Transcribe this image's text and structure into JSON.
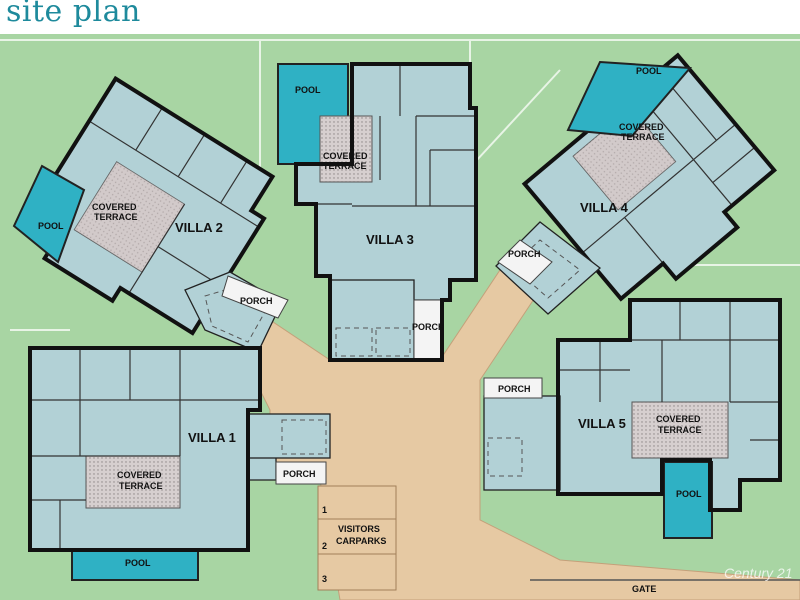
{
  "title": "site plan",
  "villas": [
    "VILLA 1",
    "VILLA 2",
    "VILLA 3",
    "VILLA 4",
    "VILLA 5"
  ],
  "labels": {
    "pool": "POOL",
    "covered": "COVERED",
    "terrace": "TERRACE",
    "porch": "PORCH",
    "visitors": "VISITORS",
    "carparks": "CARPARKS",
    "gate": "GATE"
  },
  "carpark_numbers": [
    "1",
    "2",
    "3"
  ],
  "watermark": "Century 21",
  "colors": {
    "grass": "#a8d5a3",
    "rooms": "#b2d1d6",
    "pool": "#2fb1c4",
    "paving": "#e6c9a3",
    "terrace": "#cfc5c5",
    "title": "#1e8a9c"
  }
}
